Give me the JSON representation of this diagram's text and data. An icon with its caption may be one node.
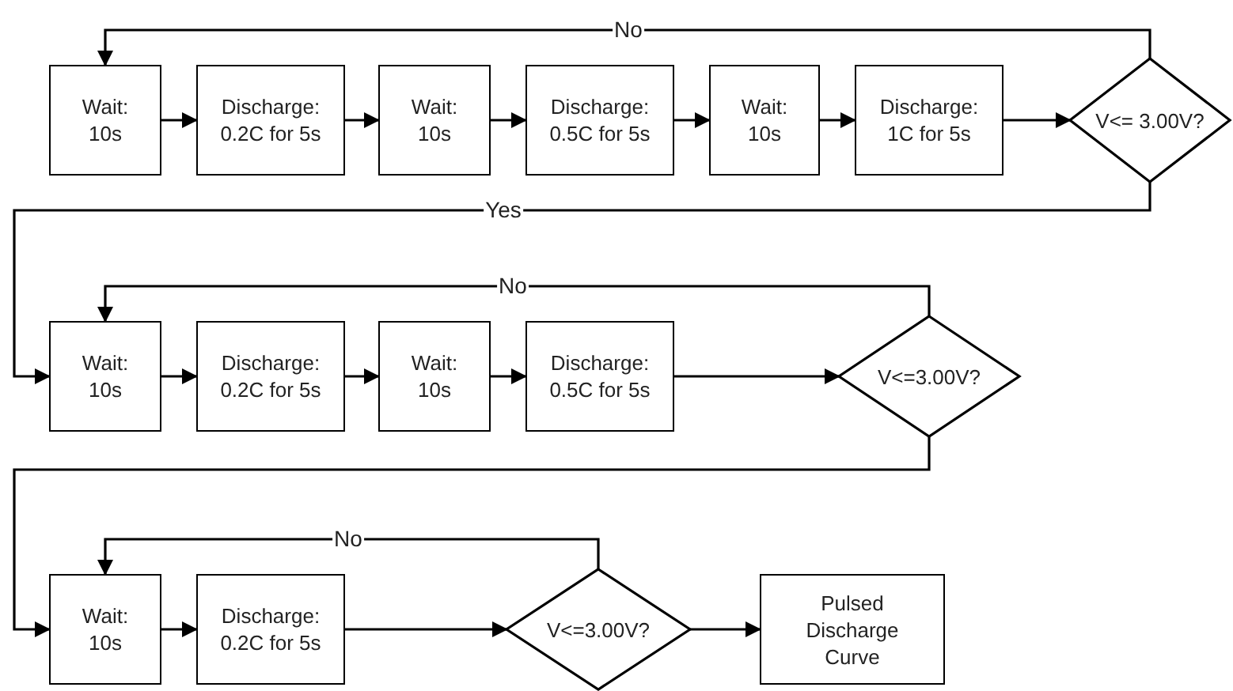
{
  "diagram": {
    "nodes": [
      {
        "text": [
          "Wait: 10s"
        ]
      },
      {
        "text": [
          "Discharge: 0.2C for 5s"
        ]
      },
      {
        "text": [
          "Wait: 10s"
        ]
      },
      {
        "text": [
          "Discharge: 0.5C for 5s"
        ]
      },
      {
        "text": [
          "Wait: 10s"
        ]
      },
      {
        "text": [
          "Discharge: 1C for 5s"
        ]
      },
      {
        "text": [
          "V<= 3.00V?"
        ]
      },
      {
        "text": [
          "Wait: 10s"
        ]
      },
      {
        "text": [
          "Discharge: 0.2C for 5s"
        ]
      },
      {
        "text": [
          "Wait: 10s"
        ]
      },
      {
        "text": [
          "Discharge: 0.5C for 5s"
        ]
      },
      {
        "text": [
          "V<=3.00V?"
        ]
      },
      {
        "text": [
          "Wait: 10s"
        ]
      },
      {
        "text": [
          "Discharge: 0.2C for 5s"
        ]
      },
      {
        "text": [
          "V<=3.00V?"
        ]
      },
      {
        "text": [
          "Pulsed Discharge Curve"
        ]
      }
    ],
    "edges": [
      {
        "from": 0,
        "to": 1,
        "arrow": "to"
      },
      {
        "from": 1,
        "to": 2,
        "arrow": "to"
      },
      {
        "from": 2,
        "to": 3,
        "arrow": "to"
      },
      {
        "from": 3,
        "to": 4,
        "arrow": "to"
      },
      {
        "from": 4,
        "to": 5,
        "arrow": "to"
      },
      {
        "from": 5,
        "to": 6,
        "arrow": "to"
      },
      {
        "from": 6,
        "to": 0,
        "arrow": "to",
        "label": "No"
      },
      {
        "from": 6,
        "to": 7,
        "arrow": "to",
        "label": "Yes"
      },
      {
        "from": 7,
        "to": 8,
        "arrow": "to"
      },
      {
        "from": 8,
        "to": 9,
        "arrow": "to"
      },
      {
        "from": 9,
        "to": 10,
        "arrow": "to"
      },
      {
        "from": 10,
        "to": 11,
        "arrow": "to"
      },
      {
        "from": 11,
        "to": 7,
        "arrow": "to",
        "label": "No"
      },
      {
        "from": 11,
        "to": 12,
        "arrow": "to"
      },
      {
        "from": 12,
        "to": 13,
        "arrow": "to"
      },
      {
        "from": 13,
        "to": 14,
        "arrow": "to"
      },
      {
        "from": 14,
        "to": 12,
        "arrow": "to",
        "label": "No"
      },
      {
        "from": 14,
        "to": 15,
        "arrow": "to"
      }
    ]
  }
}
